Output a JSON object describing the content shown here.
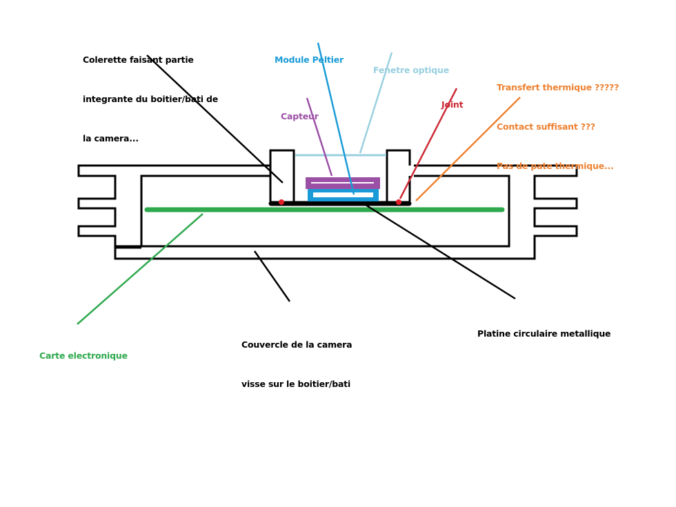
{
  "diagram": {
    "title": "Camera housing cross-section with Peltier-cooled sensor",
    "labels": {
      "colerette": {
        "lines": [
          "Colerette faisant partie",
          "integrante du boitier/bati de",
          "la camera..."
        ],
        "color": "#000000"
      },
      "module_peltier": {
        "lines": [
          "Module Peltier"
        ],
        "color": "#1a9bd7"
      },
      "fenetre_optique": {
        "lines": [
          "Fenetre optique"
        ],
        "color": "#99d0e0"
      },
      "capteur": {
        "lines": [
          "Capteur"
        ],
        "color": "#9b4fa5"
      },
      "joint": {
        "lines": [
          "Joint"
        ],
        "color": "#cc2a36"
      },
      "transfert": {
        "lines": [
          "Transfert thermique ?????",
          "Contact suffisant ???",
          "Pas de pate thermique..."
        ],
        "color": "#ee8232"
      },
      "carte": {
        "lines": [
          "Carte electronique"
        ],
        "color": "#2fa94e"
      },
      "couvercle": {
        "lines": [
          "Couvercle de la camera",
          "visse sur le boitier/bati"
        ],
        "color": "#000000"
      },
      "platine": {
        "lines": [
          "Platine circulaire metallique"
        ],
        "color": "#000000"
      }
    },
    "components": {
      "housing_color": "#000000",
      "pcb_color": "#2fa94e",
      "sensor_color": "#9b4fa5",
      "peltier_color": "#1a9bd7",
      "window_color": "#99d0e0",
      "seal_color": "#e01f26"
    }
  }
}
